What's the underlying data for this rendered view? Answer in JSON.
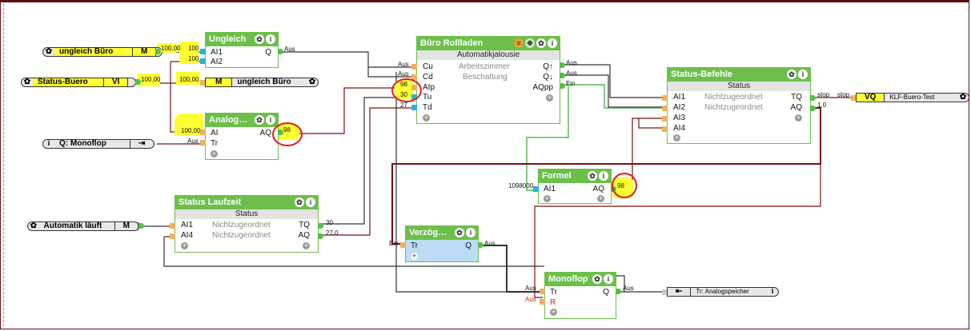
{
  "terminals": {
    "ungleich_buero": {
      "name": "ungleich Büro",
      "type": "M"
    },
    "status_buero": {
      "name": "Status-Buero",
      "type": "VI"
    },
    "m_ungleich_buero": {
      "type": "M",
      "name": "ungleich Büro"
    },
    "q_monoflop": {
      "name": "Q: Monoflop"
    },
    "automatik_laeuft": {
      "name": "Automatik läuft",
      "type": "M"
    },
    "klf_buero_test": {
      "type": "VQ",
      "name": "KLF-Buero-Test"
    },
    "tr_analogspeicher": {
      "name": "Tr: Analogspeicher"
    }
  },
  "blocks": {
    "ungleich": {
      "title": "Ungleich",
      "inputs": [
        "AI1",
        "AI2"
      ],
      "outputs": [
        "Q"
      ]
    },
    "analog": {
      "title": "Analog…",
      "inputs": [
        "AI",
        "Tr"
      ],
      "outputs": [
        "AQ"
      ]
    },
    "buero_rollladen": {
      "title": "Büro Rollladen",
      "subtitle": "Automatikjalousie",
      "info1": "Arbeitszimmer",
      "info2": "Beschattung",
      "inputs": [
        "Cu",
        "Cd",
        "AIp",
        "Tu",
        "Td"
      ],
      "outputs": [
        "Q↑",
        "Q↓",
        "AQpp"
      ]
    },
    "status_befehle": {
      "title": "Status-Befehle",
      "subtitle": "Status",
      "inputs": [
        "AI1",
        "AI2",
        "AI3",
        "AI4"
      ],
      "outputs": [
        "TQ",
        "AQ"
      ],
      "assign1": "Nichtzugeordnet",
      "assign2": "Nichtzugeordnet"
    },
    "formel": {
      "title": "Formel",
      "inputs": [
        "AI1"
      ],
      "outputs": [
        "AQ"
      ]
    },
    "status_laufzeit": {
      "title": "Status Laufzeit",
      "subtitle": "Status",
      "inputs": [
        "AI1",
        "AI4"
      ],
      "outputs": [
        "TQ",
        "AQ"
      ],
      "assign1": "Nichtzugeordnet",
      "assign2": "Nichtzugeordnet"
    },
    "verzoegerung": {
      "title": "Verzög…",
      "inputs": [
        "Tr"
      ],
      "outputs": [
        "Q"
      ],
      "plus": "+"
    },
    "monoflop": {
      "title": "Monoflop",
      "inputs": [
        "Tr",
        "R"
      ],
      "outputs": [
        "Q"
      ]
    }
  },
  "wire_labels": {
    "ub_out": "100,00",
    "ub_ai1": "100",
    "ub_ai2": "100",
    "sb_out": "100,00",
    "sb_m": "100,00",
    "analog_ai": "100,00",
    "analog_tr": "Aus",
    "ungleich_q": "Aus",
    "analog_aq": "98",
    "cu": "Aus",
    "cd": "Aus",
    "aip": "98",
    "tu": "30",
    "td": "27",
    "qup": "Aus",
    "qdown": "Aus",
    "aqpp": "Ein",
    "stop1": "stop",
    "stop2": "stop",
    "sb_aq": "1,0",
    "formel_in": "1098000",
    "formel_aq": "98",
    "sl_tq": "30",
    "sl_aq": "27,0",
    "vz_in": "Ein",
    "vz_q": "Aus",
    "mf_tr": "Aus",
    "mf_r": "Aus",
    "mf_q": "Aus"
  }
}
